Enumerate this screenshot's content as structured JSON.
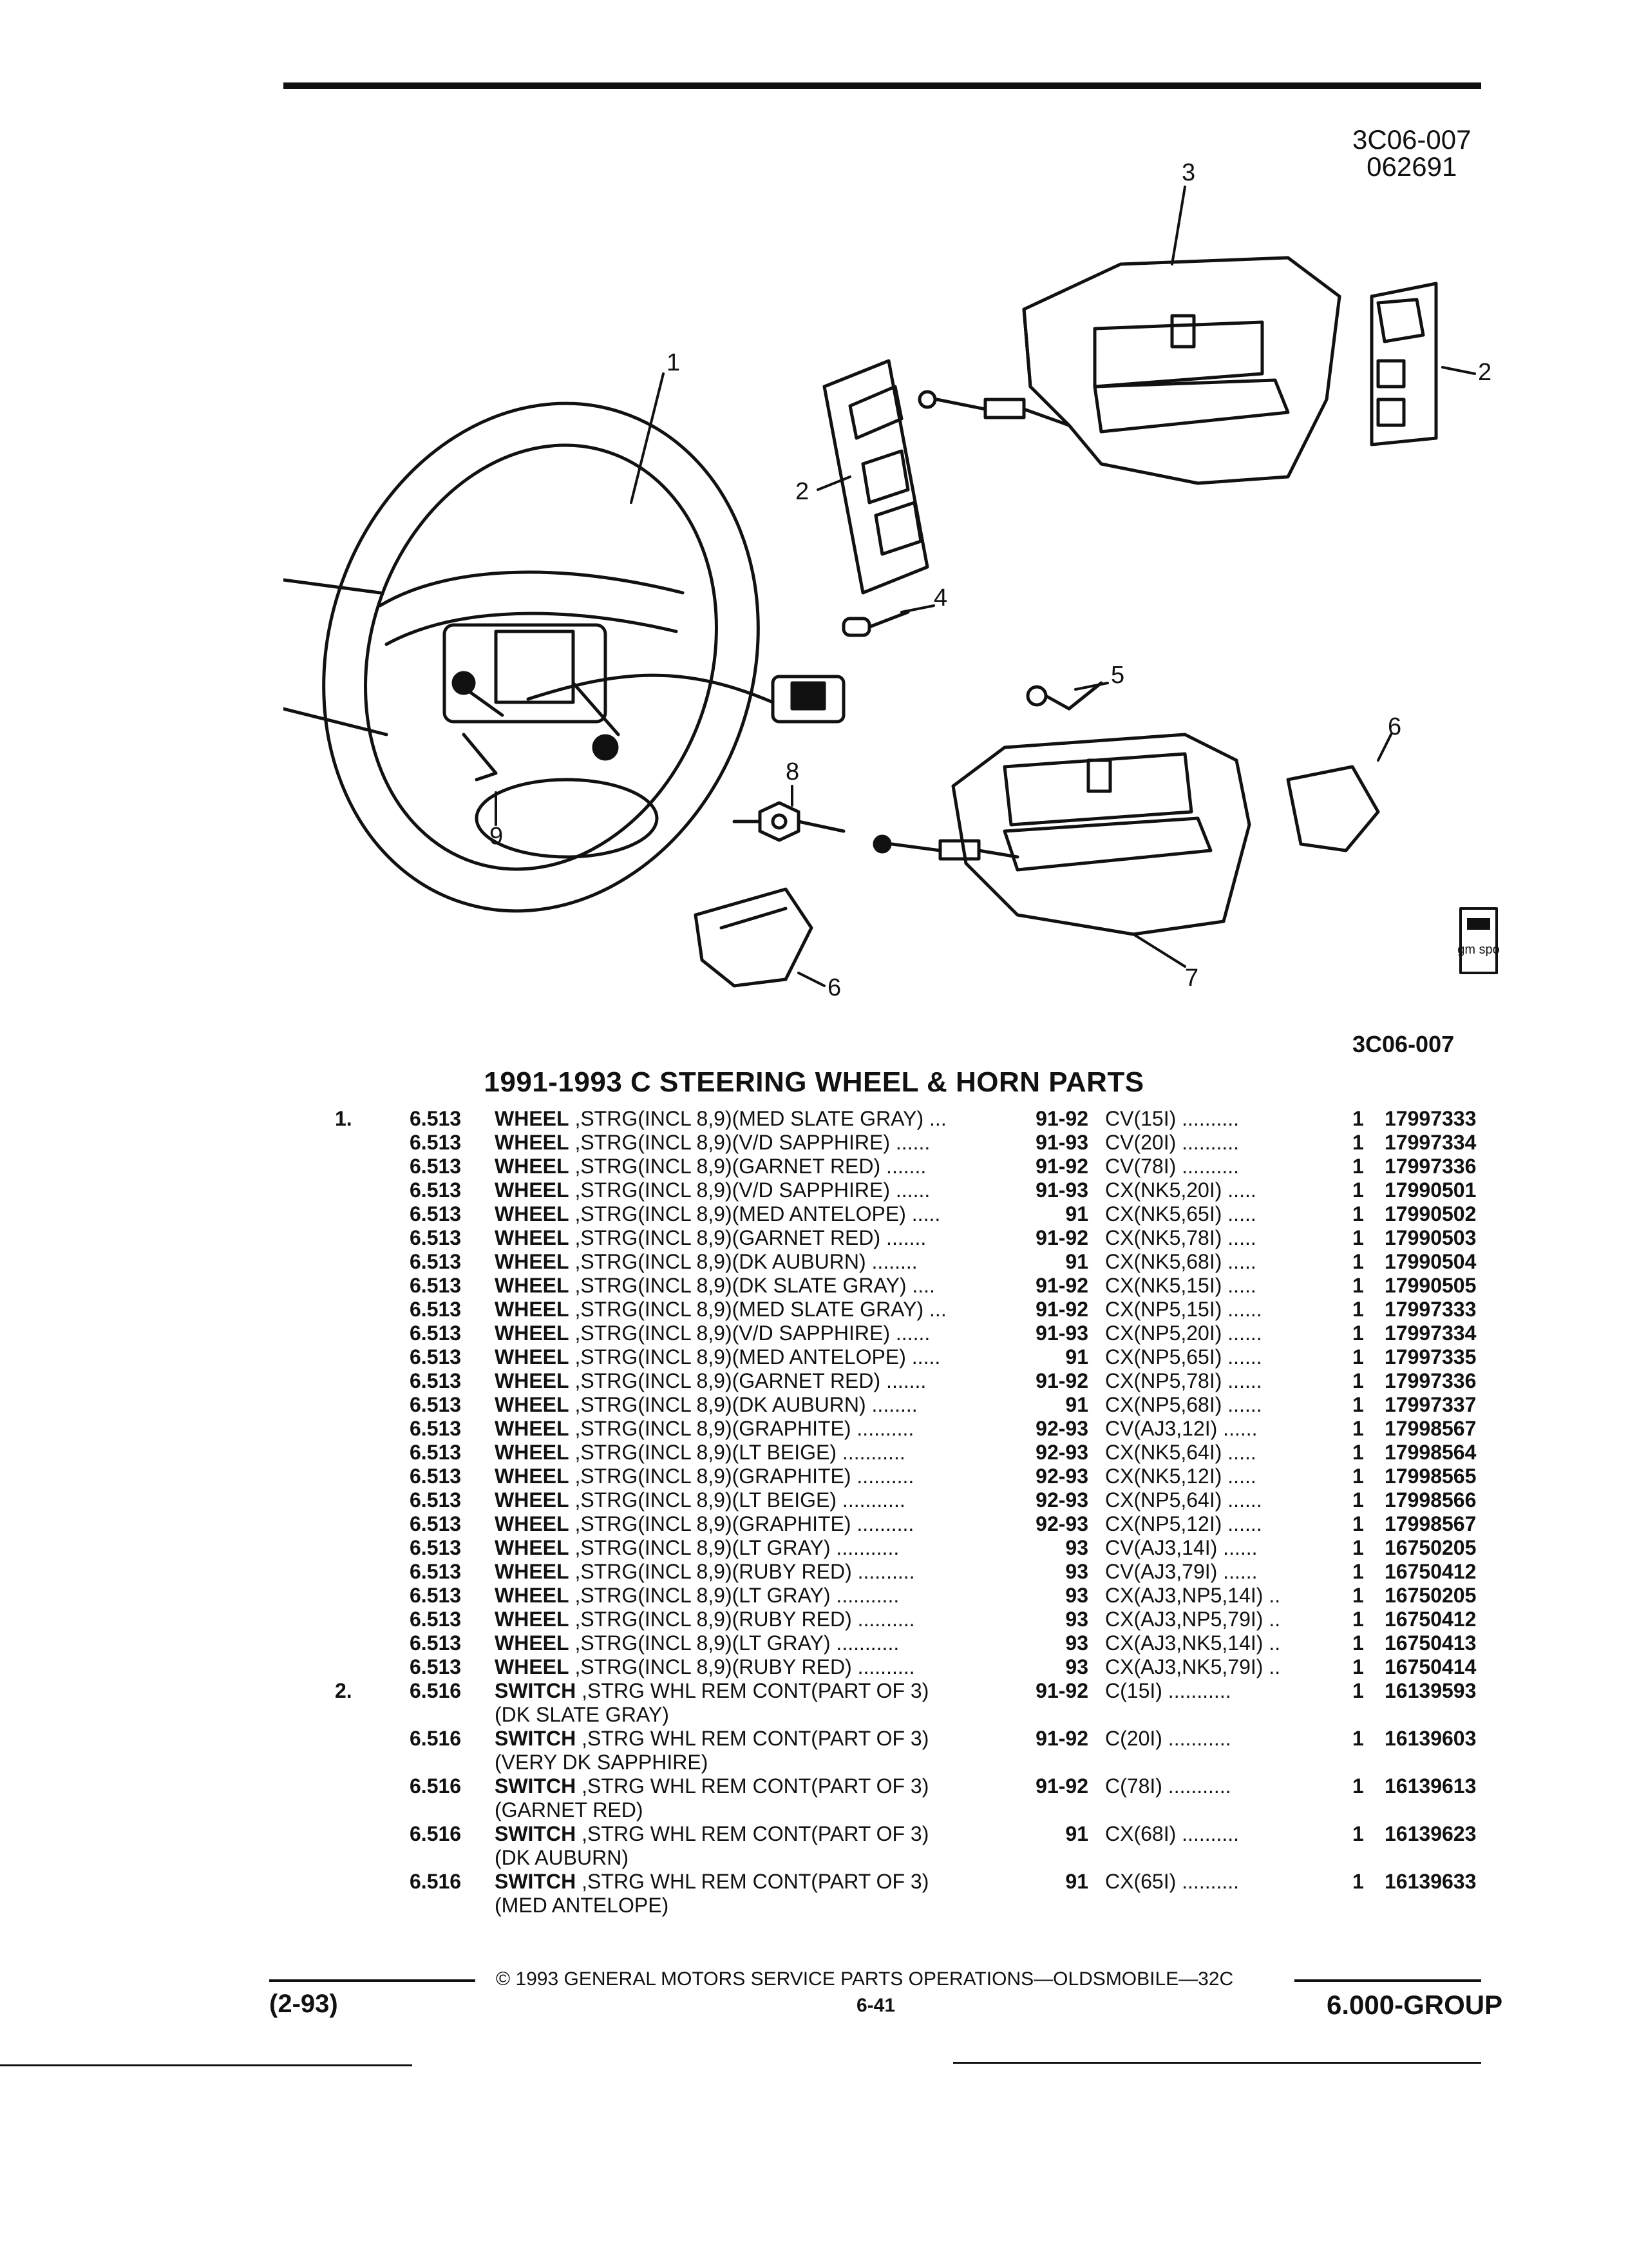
{
  "header": {
    "ref_code": "3C06-007",
    "ref_date": "062691"
  },
  "figure": {
    "ref_code": "3C06-007",
    "callouts": [
      "1",
      "2",
      "2",
      "3",
      "4",
      "5",
      "6",
      "6",
      "7",
      "8",
      "9"
    ],
    "badge_text": "gm spo"
  },
  "section_title": "1991-1993 C STEERING WHEEL & HORN PARTS",
  "parts": [
    {
      "item": "1.",
      "group": "6.513",
      "name": "WHEEL",
      "desc": " ,STRG(INCL 8,9)(MED SLATE GRAY) ...",
      "years": "91-92",
      "model": "CV(15I) ..........",
      "qty": "1",
      "part": "17997333"
    },
    {
      "item": "",
      "group": "6.513",
      "name": "WHEEL",
      "desc": " ,STRG(INCL 8,9)(V/D SAPPHIRE) ......",
      "years": "91-93",
      "model": "CV(20I) ..........",
      "qty": "1",
      "part": "17997334"
    },
    {
      "item": "",
      "group": "6.513",
      "name": "WHEEL",
      "desc": " ,STRG(INCL 8,9)(GARNET RED) .......",
      "years": "91-92",
      "model": "CV(78I) ..........",
      "qty": "1",
      "part": "17997336"
    },
    {
      "item": "",
      "group": "6.513",
      "name": "WHEEL",
      "desc": " ,STRG(INCL 8,9)(V/D SAPPHIRE) ......",
      "years": "91-93",
      "model": "CX(NK5,20I) .....",
      "qty": "1",
      "part": "17990501"
    },
    {
      "item": "",
      "group": "6.513",
      "name": "WHEEL",
      "desc": " ,STRG(INCL 8,9)(MED ANTELOPE) .....",
      "years": "91",
      "model": "CX(NK5,65I) .....",
      "qty": "1",
      "part": "17990502"
    },
    {
      "item": "",
      "group": "6.513",
      "name": "WHEEL",
      "desc": " ,STRG(INCL 8,9)(GARNET RED) .......",
      "years": "91-92",
      "model": "CX(NK5,78I) .....",
      "qty": "1",
      "part": "17990503"
    },
    {
      "item": "",
      "group": "6.513",
      "name": "WHEEL",
      "desc": " ,STRG(INCL 8,9)(DK AUBURN) ........",
      "years": "91",
      "model": "CX(NK5,68I) .....",
      "qty": "1",
      "part": "17990504"
    },
    {
      "item": "",
      "group": "6.513",
      "name": "WHEEL",
      "desc": " ,STRG(INCL 8,9)(DK SLATE GRAY) ....",
      "years": "91-92",
      "model": "CX(NK5,15I) .....",
      "qty": "1",
      "part": "17990505"
    },
    {
      "item": "",
      "group": "6.513",
      "name": "WHEEL",
      "desc": " ,STRG(INCL 8,9)(MED SLATE GRAY) ...",
      "years": "91-92",
      "model": "CX(NP5,15I) ......",
      "qty": "1",
      "part": "17997333"
    },
    {
      "item": "",
      "group": "6.513",
      "name": "WHEEL",
      "desc": " ,STRG(INCL 8,9)(V/D SAPPHIRE) ......",
      "years": "91-93",
      "model": "CX(NP5,20I) ......",
      "qty": "1",
      "part": "17997334"
    },
    {
      "item": "",
      "group": "6.513",
      "name": "WHEEL",
      "desc": " ,STRG(INCL 8,9)(MED ANTELOPE) .....",
      "years": "91",
      "model": "CX(NP5,65I) ......",
      "qty": "1",
      "part": "17997335"
    },
    {
      "item": "",
      "group": "6.513",
      "name": "WHEEL",
      "desc": " ,STRG(INCL 8,9)(GARNET RED) .......",
      "years": "91-92",
      "model": "CX(NP5,78I) ......",
      "qty": "1",
      "part": "17997336"
    },
    {
      "item": "",
      "group": "6.513",
      "name": "WHEEL",
      "desc": " ,STRG(INCL 8,9)(DK AUBURN) ........",
      "years": "91",
      "model": "CX(NP5,68I) ......",
      "qty": "1",
      "part": "17997337"
    },
    {
      "item": "",
      "group": "6.513",
      "name": "WHEEL",
      "desc": " ,STRG(INCL 8,9)(GRAPHITE) ..........",
      "years": "92-93",
      "model": "CV(AJ3,12I) ......",
      "qty": "1",
      "part": "17998567"
    },
    {
      "item": "",
      "group": "6.513",
      "name": "WHEEL",
      "desc": " ,STRG(INCL 8,9)(LT BEIGE) ...........",
      "years": "92-93",
      "model": "CX(NK5,64I) .....",
      "qty": "1",
      "part": "17998564"
    },
    {
      "item": "",
      "group": "6.513",
      "name": "WHEEL",
      "desc": " ,STRG(INCL 8,9)(GRAPHITE) ..........",
      "years": "92-93",
      "model": "CX(NK5,12I) .....",
      "qty": "1",
      "part": "17998565"
    },
    {
      "item": "",
      "group": "6.513",
      "name": "WHEEL",
      "desc": " ,STRG(INCL 8,9)(LT BEIGE) ...........",
      "years": "92-93",
      "model": "CX(NP5,64I) ......",
      "qty": "1",
      "part": "17998566"
    },
    {
      "item": "",
      "group": "6.513",
      "name": "WHEEL",
      "desc": " ,STRG(INCL 8,9)(GRAPHITE) ..........",
      "years": "92-93",
      "model": "CX(NP5,12I) ......",
      "qty": "1",
      "part": "17998567"
    },
    {
      "item": "",
      "group": "6.513",
      "name": "WHEEL",
      "desc": " ,STRG(INCL 8,9)(LT GRAY) ...........",
      "years": "93",
      "model": "CV(AJ3,14I) ......",
      "qty": "1",
      "part": "16750205"
    },
    {
      "item": "",
      "group": "6.513",
      "name": "WHEEL",
      "desc": " ,STRG(INCL 8,9)(RUBY RED) ..........",
      "years": "93",
      "model": "CV(AJ3,79I) ......",
      "qty": "1",
      "part": "16750412"
    },
    {
      "item": "",
      "group": "6.513",
      "name": "WHEEL",
      "desc": " ,STRG(INCL 8,9)(LT GRAY) ...........",
      "years": "93",
      "model": "CX(AJ3,NP5,14I) ..",
      "qty": "1",
      "part": "16750205"
    },
    {
      "item": "",
      "group": "6.513",
      "name": "WHEEL",
      "desc": " ,STRG(INCL 8,9)(RUBY RED) ..........",
      "years": "93",
      "model": "CX(AJ3,NP5,79I) ..",
      "qty": "1",
      "part": "16750412"
    },
    {
      "item": "",
      "group": "6.513",
      "name": "WHEEL",
      "desc": " ,STRG(INCL 8,9)(LT GRAY) ...........",
      "years": "93",
      "model": "CX(AJ3,NK5,14I) ..",
      "qty": "1",
      "part": "16750413"
    },
    {
      "item": "",
      "group": "6.513",
      "name": "WHEEL",
      "desc": " ,STRG(INCL 8,9)(RUBY RED) ..........",
      "years": "93",
      "model": "CX(AJ3,NK5,79I) ..",
      "qty": "1",
      "part": "16750414"
    },
    {
      "item": "2.",
      "group": "6.516",
      "name": "SWITCH",
      "desc": " ,STRG WHL REM CONT(PART OF 3)",
      "years": "91-92",
      "model": "C(15I) ...........",
      "qty": "1",
      "part": "16139593",
      "sub": "(DK SLATE GRAY)"
    },
    {
      "item": "",
      "group": "6.516",
      "name": "SWITCH",
      "desc": " ,STRG WHL REM CONT(PART OF 3)",
      "years": "91-92",
      "model": "C(20I) ...........",
      "qty": "1",
      "part": "16139603",
      "sub": "(VERY DK SAPPHIRE)"
    },
    {
      "item": "",
      "group": "6.516",
      "name": "SWITCH",
      "desc": " ,STRG WHL REM CONT(PART OF 3)",
      "years": "91-92",
      "model": "C(78I) ...........",
      "qty": "1",
      "part": "16139613",
      "sub": "(GARNET RED)"
    },
    {
      "item": "",
      "group": "6.516",
      "name": "SWITCH",
      "desc": " ,STRG WHL REM CONT(PART OF 3)",
      "years": "91",
      "model": "CX(68I) ..........",
      "qty": "1",
      "part": "16139623",
      "sub": "(DK AUBURN)"
    },
    {
      "item": "",
      "group": "6.516",
      "name": "SWITCH",
      "desc": " ,STRG WHL REM CONT(PART OF 3)",
      "years": "91",
      "model": "CX(65I) ..........",
      "qty": "1",
      "part": "16139633",
      "sub": "(MED ANTELOPE)"
    }
  ],
  "footer": {
    "date": "(2-93)",
    "copyright": "© 1993 GENERAL MOTORS SERVICE PARTS OPERATIONS—OLDSMOBILE—32C",
    "page": "6-41",
    "group": "6.000-GROUP"
  }
}
